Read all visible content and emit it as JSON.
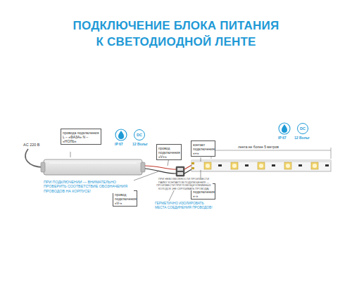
{
  "diagram": {
    "title": "ПОДКЛЮЧЕНИЕ БЛОКА ПИТАНИЯ К СВЕТОДИОДНОЙ ЛЕНТЕ",
    "nodes": [
      {
        "text": [
          "провода подключения L – «ФАЗА» N – «НОЛЬ»"
        ]
      },
      {
        "text": [
          "DC"
        ]
      },
      {
        "text": [
          "провод подключения «V+»"
        ]
      },
      {
        "text": [
          "контакт подключения «+»"
        ]
      },
      {
        "text": [
          "DC"
        ]
      },
      {
        "text": [
          "провод подключения «V-»"
        ]
      },
      {
        "text": [
          "контакт подключения «-»"
        ]
      }
    ],
    "labels": [
      "AC 220 В",
      "IP 67",
      "12 Вольт",
      "ПРИ ПОДКЛЮЧЕНИИ — ВНИМАТЕЛЬНО ПРОВЕРИТЬ СООТВЕТСТВИЕ ОБОЗНАЧЕНИЯ ПРОВОДОВ НА КОРПУСЕ!",
      "ПРИ НЕВОЗМОЖНОСТИ ПРОИЗВЕСТИ ПАЙКУ КОНТАКТОВ ПОДКЛЮЧЕНИЯ — ПРОИЗВЕСТИ ПРИ ПОМОЩИ КЛЕММНЫХ КОЛОДОК (НЕ СКРУЧИВАТЬ ПРОВОДА)",
      "ГЕРМЕТИЧНО ИЗОЛИРОВАТЬ МЕСТА СОЕДИНЕНИЯ ПРОВОДОВ!",
      "лента не более 5 метров",
      "IP 67",
      "12 Вольт"
    ]
  }
}
